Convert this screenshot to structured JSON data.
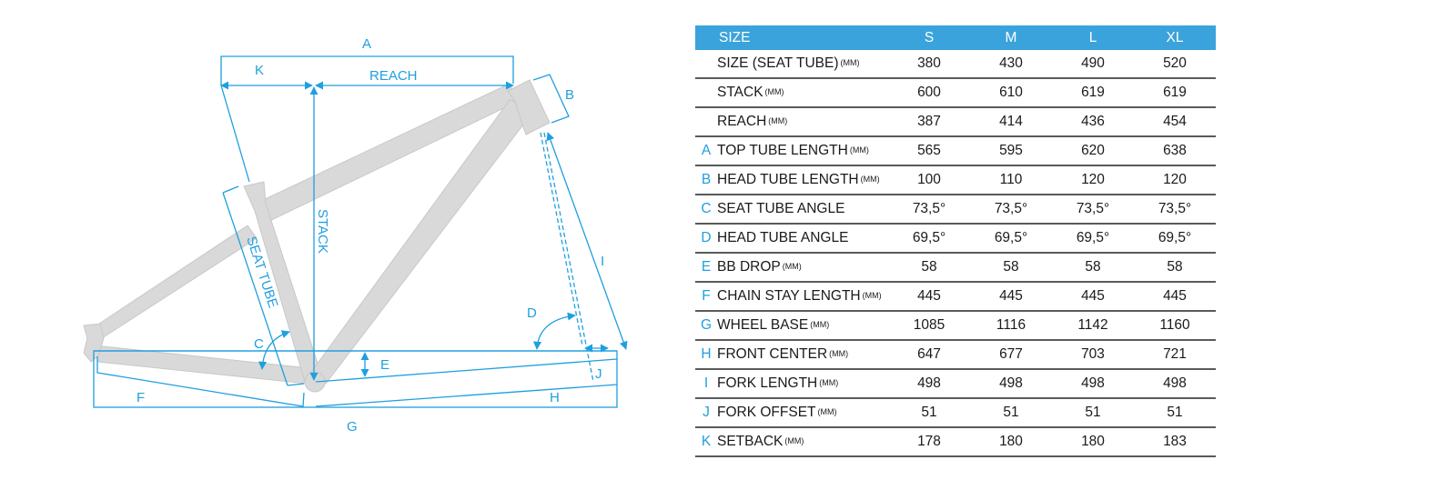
{
  "diagram": {
    "labels": {
      "A": "A",
      "B": "B",
      "C": "C",
      "D": "D",
      "E": "E",
      "F": "F",
      "G": "G",
      "H": "H",
      "I": "I",
      "J": "J",
      "K": "K",
      "reach": "REACH",
      "stack": "STACK",
      "seat_tube": "SEAT TUBE"
    },
    "colors": {
      "accent": "#1e9fe0",
      "frame": "#d9d9d9",
      "header": "#3aa3dc"
    }
  },
  "table": {
    "header": {
      "label": "SIZE",
      "sizes": [
        "S",
        "M",
        "L",
        "XL"
      ]
    },
    "rows": [
      {
        "letter": "",
        "label": "SIZE (SEAT TUBE)",
        "unit": "(MM)",
        "values": [
          "380",
          "430",
          "490",
          "520"
        ]
      },
      {
        "letter": "",
        "label": "STACK",
        "unit": "(MM)",
        "values": [
          "600",
          "610",
          "619",
          "619"
        ]
      },
      {
        "letter": "",
        "label": "REACH",
        "unit": "(MM)",
        "values": [
          "387",
          "414",
          "436",
          "454"
        ]
      },
      {
        "letter": "A",
        "label": "TOP TUBE LENGTH",
        "unit": "(MM)",
        "values": [
          "565",
          "595",
          "620",
          "638"
        ]
      },
      {
        "letter": "B",
        "label": "HEAD TUBE LENGTH",
        "unit": "(MM)",
        "values": [
          "100",
          "110",
          "120",
          "120"
        ]
      },
      {
        "letter": "C",
        "label": "SEAT TUBE ANGLE",
        "unit": "",
        "values": [
          "73,5°",
          "73,5°",
          "73,5°",
          "73,5°"
        ]
      },
      {
        "letter": "D",
        "label": "HEAD TUBE ANGLE",
        "unit": "",
        "values": [
          "69,5°",
          "69,5°",
          "69,5°",
          "69,5°"
        ]
      },
      {
        "letter": "E",
        "label": "BB DROP",
        "unit": "(MM)",
        "values": [
          "58",
          "58",
          "58",
          "58"
        ]
      },
      {
        "letter": "F",
        "label": "CHAIN STAY LENGTH",
        "unit": "(MM)",
        "values": [
          "445",
          "445",
          "445",
          "445"
        ]
      },
      {
        "letter": "G",
        "label": "WHEEL BASE",
        "unit": "(MM)",
        "values": [
          "1085",
          "1116",
          "1142",
          "1160"
        ]
      },
      {
        "letter": "H",
        "label": "FRONT CENTER",
        "unit": "(MM)",
        "values": [
          "647",
          "677",
          "703",
          "721"
        ]
      },
      {
        "letter": "I",
        "label": "FORK LENGTH",
        "unit": "(MM)",
        "values": [
          "498",
          "498",
          "498",
          "498"
        ]
      },
      {
        "letter": "J",
        "label": "FORK OFFSET",
        "unit": "(MM)",
        "values": [
          "51",
          "51",
          "51",
          "51"
        ]
      },
      {
        "letter": "K",
        "label": "SETBACK",
        "unit": "(MM)",
        "values": [
          "178",
          "180",
          "180",
          "183"
        ]
      }
    ]
  }
}
